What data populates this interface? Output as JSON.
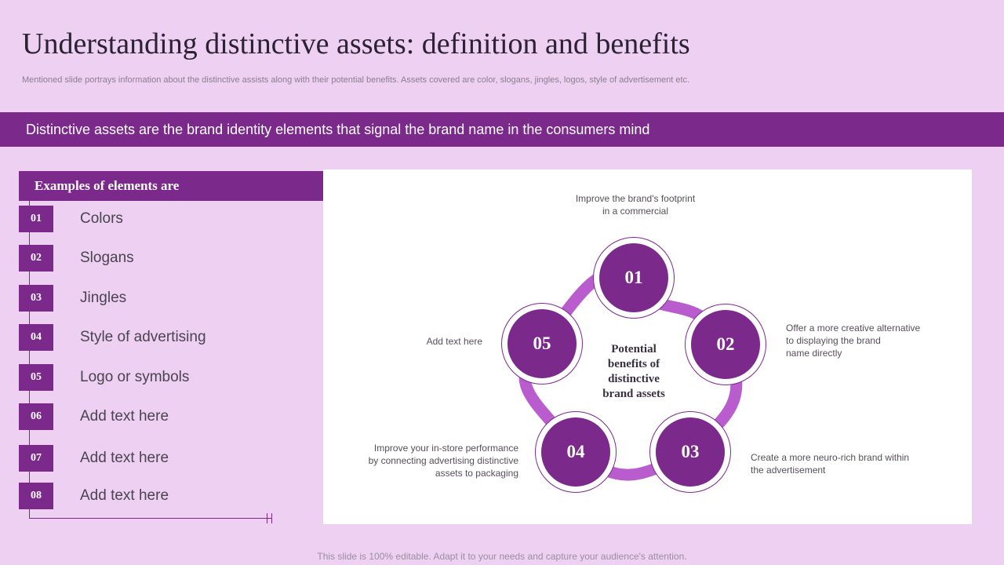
{
  "title": "Understanding distinctive assets: definition and benefits",
  "subtitle": "Mentioned slide portrays information about the distinctive assists along with their potential benefits. Assets covered are color, slogans, jingles, logos, style of advertisement etc.",
  "banner": "Distinctive assets are the brand identity elements that signal the brand name in the consumers mind",
  "elements": {
    "header": "Examples of elements are",
    "items": [
      {
        "num": "01",
        "label": "Colors"
      },
      {
        "num": "02",
        "label": "Slogans"
      },
      {
        "num": "03",
        "label": "Jingles"
      },
      {
        "num": "04",
        "label": "Style of advertising"
      },
      {
        "num": "05",
        "label": "Logo or symbols"
      },
      {
        "num": "06",
        "label": "Add text here"
      },
      {
        "num": "07",
        "label": "Add text here"
      },
      {
        "num": "08",
        "label": "Add text here"
      }
    ]
  },
  "benefits": {
    "center": "Potential\nbenefits of\ndistinctive\nbrand assets",
    "items": [
      {
        "num": "01",
        "text": "Improve  the brand's footprint\nin a commercial"
      },
      {
        "num": "02",
        "text": "Offer  a more creative  alternative\nto displaying the brand\nname directly"
      },
      {
        "num": "03",
        "text": "Create  a more neuro-rich  brand within\nthe advertisement"
      },
      {
        "num": "04",
        "text": "Improve  your in-store performance\nby connecting advertising  distinctive\nassets to packaging"
      },
      {
        "num": "05",
        "text": "Add text here"
      }
    ]
  },
  "footer": "This slide is 100% editable. Adapt it to your needs and capture your audience's attention.",
  "colors": {
    "accent": "#7b2a8c",
    "ribbon": "#b95ccd",
    "background": "#eed0f2"
  }
}
